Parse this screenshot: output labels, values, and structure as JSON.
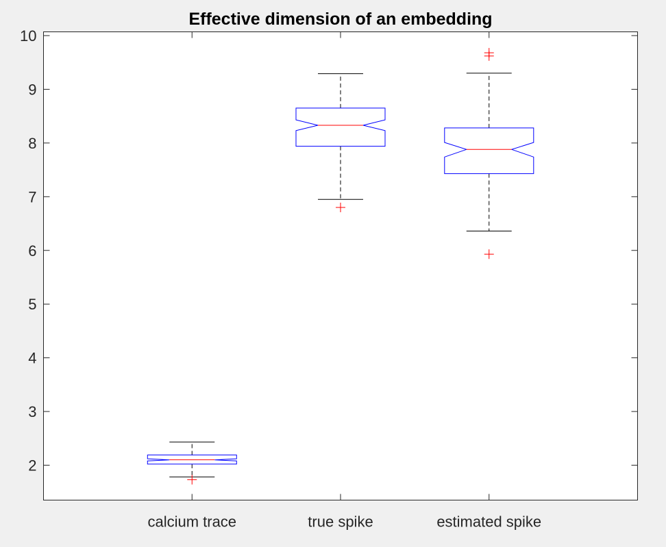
{
  "chart_data": {
    "type": "boxplot",
    "title": "Effective dimension of an embedding",
    "xlabel": "",
    "ylabel": "",
    "ylim": [
      1.35,
      10.07
    ],
    "yticks": [
      2,
      3,
      4,
      5,
      6,
      7,
      8,
      9,
      10
    ],
    "ytick_labels": [
      "2",
      "3",
      "4",
      "5",
      "6",
      "7",
      "8",
      "9",
      "10"
    ],
    "grid": false,
    "notched": true,
    "categories": [
      "calcium trace",
      "true spike",
      "estimated spike"
    ],
    "boxes": [
      {
        "category": "calcium trace",
        "whisker_low": 1.78,
        "q1": 2.02,
        "median": 2.1,
        "q3": 2.19,
        "whisker_high": 2.43,
        "notch_low": 2.08,
        "notch_high": 2.12,
        "outliers": [
          1.73
        ]
      },
      {
        "category": "true spike",
        "whisker_low": 6.95,
        "q1": 7.94,
        "median": 8.33,
        "q3": 8.65,
        "whisker_high": 9.29,
        "notch_low": 8.23,
        "notch_high": 8.43,
        "outliers": [
          6.8
        ]
      },
      {
        "category": "estimated spike",
        "whisker_low": 6.36,
        "q1": 7.43,
        "median": 7.88,
        "q3": 8.28,
        "whisker_high": 9.3,
        "notch_low": 7.74,
        "notch_high": 8.01,
        "outliers": [
          5.93,
          9.62,
          9.68
        ]
      }
    ],
    "colors": {
      "box": "#0000ff",
      "median": "#ff0000",
      "outlier": "#ff0000",
      "whisker": "#000000",
      "axes": "#262626",
      "plot_background": "#ffffff",
      "figure_background": "#f0f0f0"
    }
  }
}
